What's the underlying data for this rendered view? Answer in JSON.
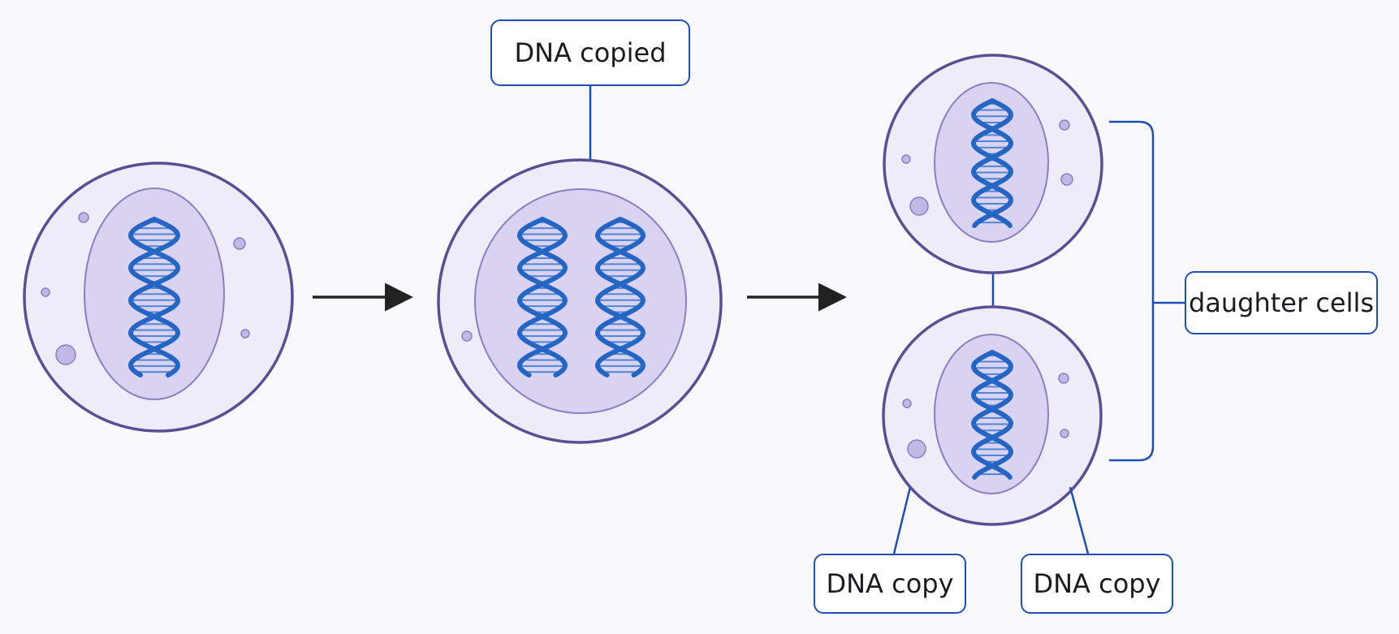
{
  "diagram": {
    "labels": {
      "dna_copied": "DNA copied",
      "daughter_cells": "daughter cells",
      "dna_copy_left": "DNA copy",
      "dna_copy_right": "DNA copy"
    },
    "colors": {
      "background": "#f9f9fd",
      "cell_fill": "#efecfa",
      "cell_outline": "#5b4f94",
      "nucleus_fill": "#d9d3f1",
      "nucleus_outline": "#8a7fc0",
      "organelle_fill": "#c2b8e6",
      "organelle_outline": "#8a7fc0",
      "dna_strand": "#2566c4",
      "dna_rung": "#4d86d6",
      "connector_line": "#1f4fb5",
      "arrow": "#222222"
    }
  }
}
